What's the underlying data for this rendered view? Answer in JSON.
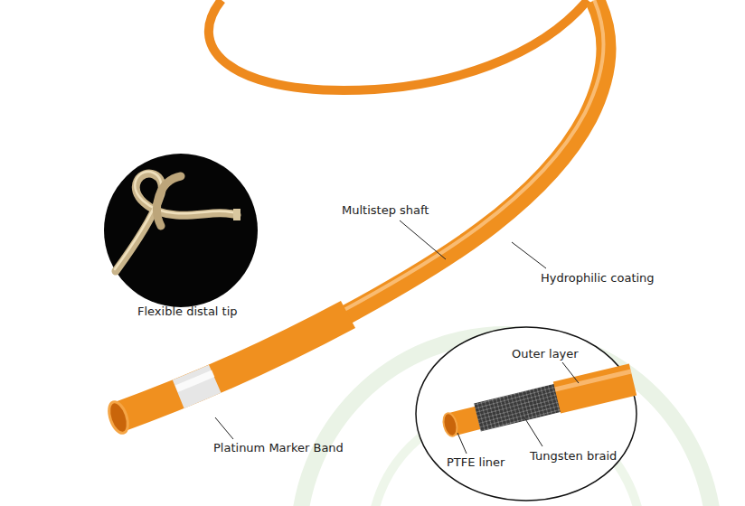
{
  "diagram": {
    "labels": [
      "Flexible distal tip",
      "Multistep shaft",
      "Hydrophilic coating",
      "Platinum Marker Band",
      "Outer layer",
      "Tungsten braid",
      "PTFE liner"
    ]
  }
}
